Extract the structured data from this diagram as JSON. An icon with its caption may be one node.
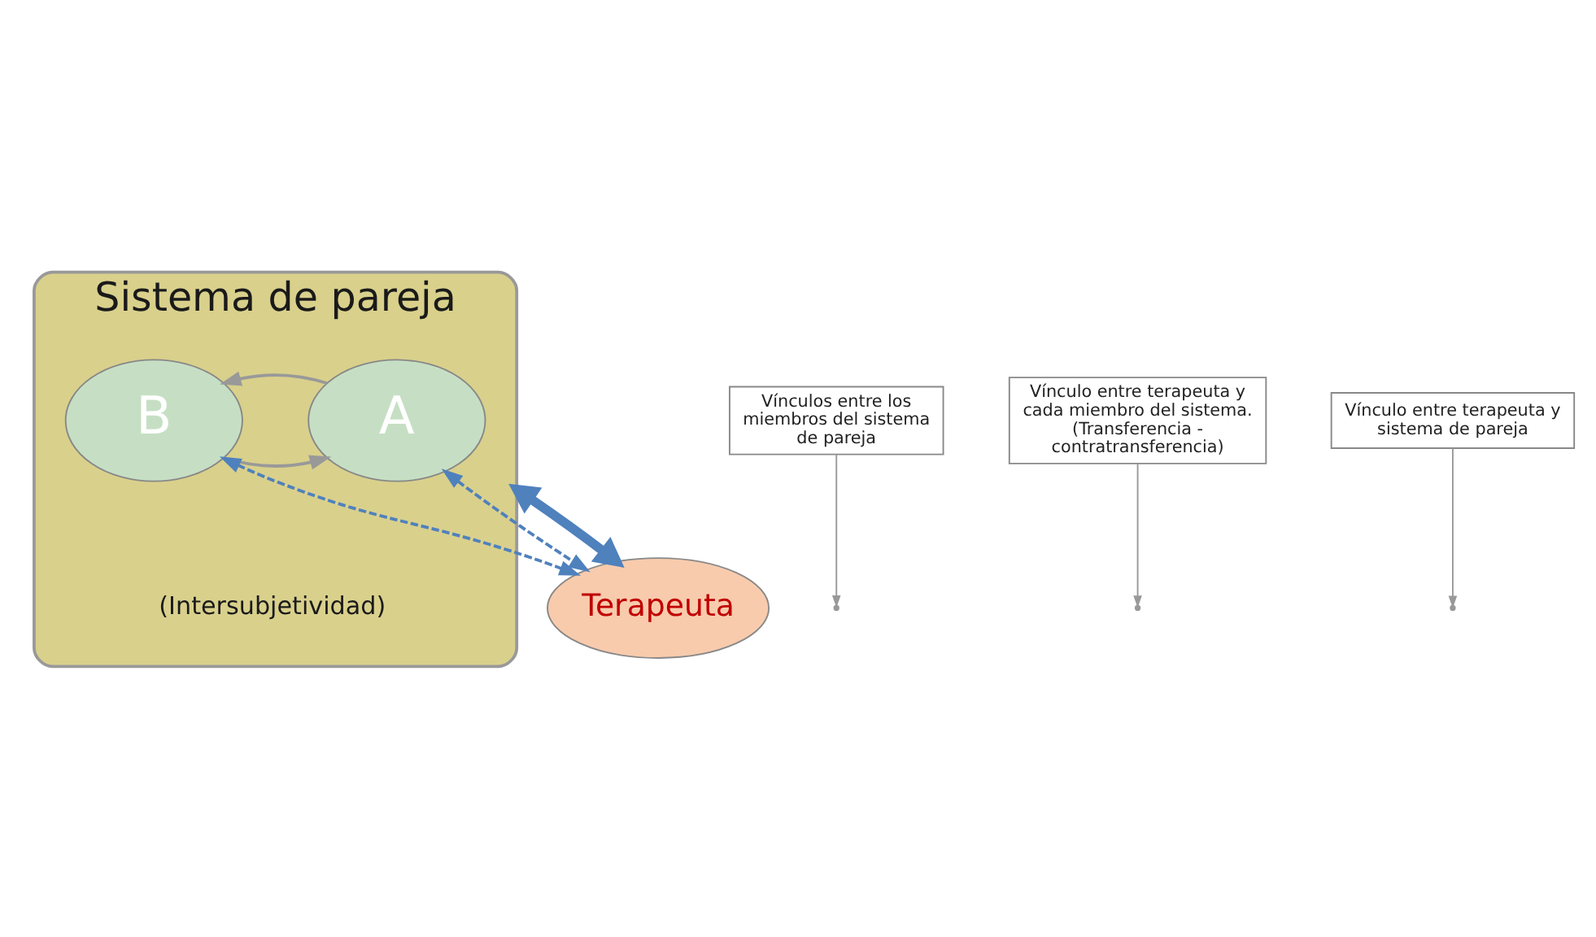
{
  "diagram": {
    "nodes": [
      {
        "text": [
          "Sistema de pareja",
          "(Intersubjetividad)"
        ]
      },
      {
        "text": [
          "A"
        ],
        "in": 0
      },
      {
        "text": [
          "B"
        ],
        "in": 0
      },
      {
        "text": [
          "Terapeuta"
        ]
      },
      {
        "text": [
          "Vínculos entre los miembros del sistema de pareja"
        ]
      },
      {
        "text": [
          "Vínculo entre terapeuta y cada miembro del sistema. (Transferencia - contratransferencia)"
        ]
      },
      {
        "text": [
          "Vínculo entre terapeuta y sistema de pareja"
        ]
      }
    ],
    "edges": [
      {
        "from": 2,
        "to": 1,
        "arrow": "to"
      },
      {
        "from": 1,
        "to": 2,
        "arrow": "to"
      },
      {
        "from": 1,
        "to": 3,
        "arrow": "both",
        "style": "dashed",
        "color": "#4f81bd"
      },
      {
        "from": 2,
        "to": 3,
        "arrow": "both",
        "style": "dashed",
        "color": "#4f81bd"
      },
      {
        "from": 0,
        "to": 3,
        "arrow": "both",
        "style": "thick",
        "color": "#4f81bd"
      },
      {
        "from": 4,
        "to": null,
        "arrow": "to"
      },
      {
        "from": 5,
        "to": null,
        "arrow": "to"
      },
      {
        "from": 6,
        "to": null,
        "arrow": "to"
      }
    ]
  }
}
